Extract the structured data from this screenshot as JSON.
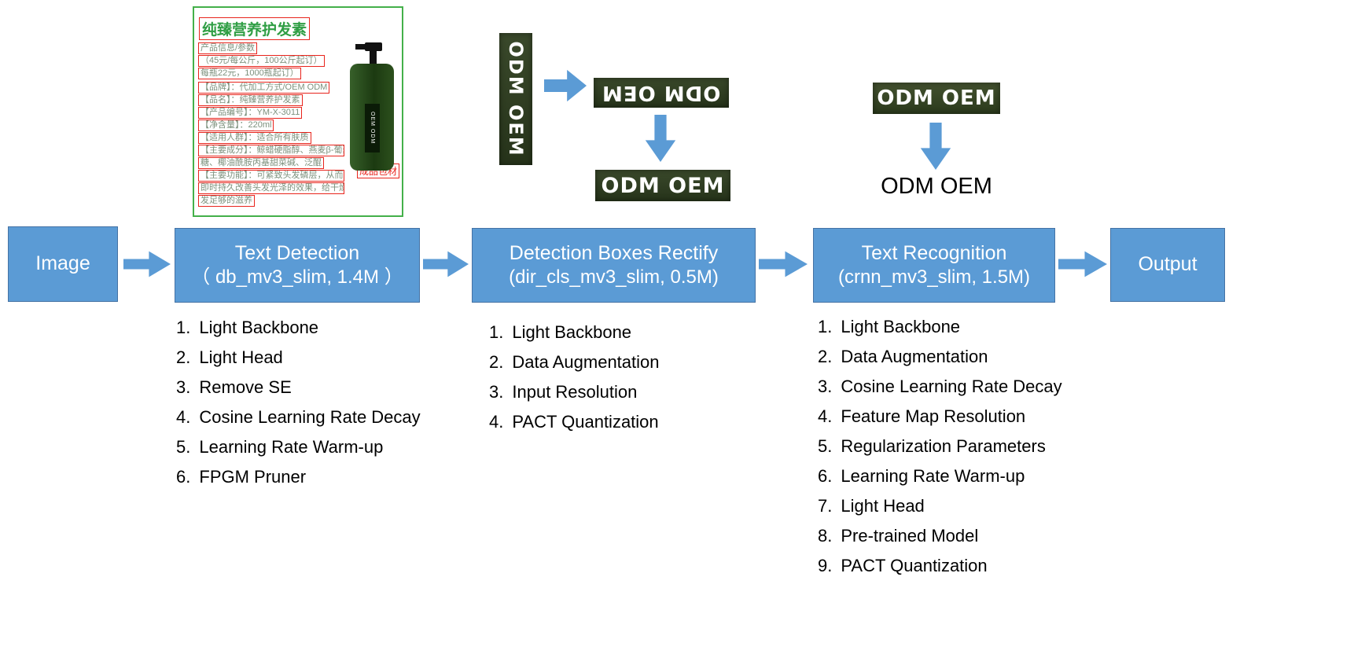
{
  "colors": {
    "node_fill": "#5B9BD5",
    "node_border": "#4472A4",
    "arrow": "#5B9BD5",
    "sample_background": "#2e3b20",
    "sample_text": "#ffffff",
    "detect_box_red": "#e8241c",
    "card_border_green": "#44b04a"
  },
  "flow": {
    "image_label": "Image",
    "output_label": "Output",
    "detection": {
      "title": "Text Detection",
      "subtitle": "（ db_mv3_slim, 1.4M ）"
    },
    "rectify": {
      "title": "Detection Boxes Rectify",
      "subtitle": "(dir_cls_mv3_slim, 0.5M)"
    },
    "recognition": {
      "title": "Text Recognition",
      "subtitle": "(crnn_mv3_slim, 1.5M)"
    }
  },
  "lists": {
    "detection": [
      "Light Backbone",
      "Light Head",
      "Remove SE",
      "Cosine Learning Rate Decay",
      "Learning Rate Warm-up",
      "FPGM Pruner"
    ],
    "rectify": [
      "Light Backbone",
      "Data Augmentation",
      "Input Resolution",
      "PACT Quantization"
    ],
    "recognition": [
      "Light Backbone",
      "Data Augmentation",
      "Cosine Learning Rate Decay",
      "Feature Map Resolution",
      "Regularization Parameters",
      "Learning Rate Warm-up",
      "Light Head",
      "Pre-trained Model",
      "PACT Quantization"
    ]
  },
  "samples": {
    "vertical_text": "ODM OEM",
    "flipped_text": "ODM OEM",
    "rectified_text": "ODM OEM",
    "recognition_input_text": "ODM OEM",
    "recognition_output_text": "ODM OEM"
  },
  "product_card": {
    "title": "纯臻营养护发素",
    "lines": [
      "产品信息/参数",
      "（45元/每公斤，100公斤起订）",
      "每瓶22元，1000瓶起订）",
      "【品牌】：代加工方式/OEM ODM",
      "【品名】：纯臻营养护发素",
      "【产品编号】：YM-X-3011",
      "【净含量】：220ml",
      "【适用人群】：适合所有肤质",
      "【主要成分】：鲸蜡硬脂醇、燕麦β-葡聚",
      "糖、椰油酰胺丙基甜菜碱、泛醌",
      "【主要功能】：可紧致头发磷层，从而达到",
      "即时持久改善头发光泽的效果，给干燥的头",
      "发足够的滋养"
    ],
    "packaging_label": "成品包材",
    "bottle_label": "OEM ODM"
  }
}
